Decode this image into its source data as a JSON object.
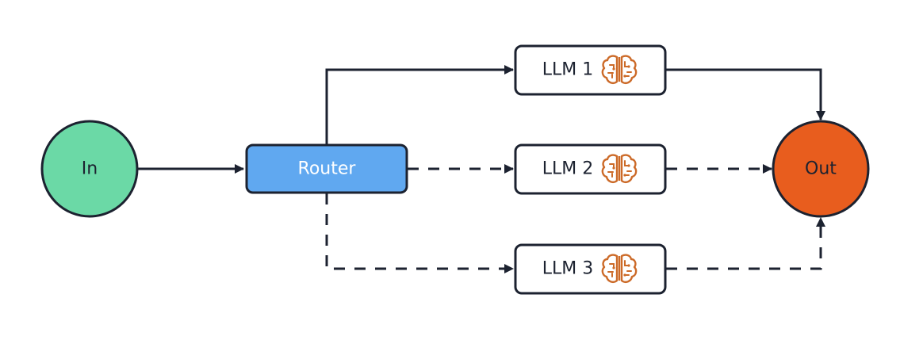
{
  "nodes": {
    "input": {
      "label": "In"
    },
    "router": {
      "label": "Router"
    },
    "llm1": {
      "label": "LLM 1"
    },
    "llm2": {
      "label": "LLM 2"
    },
    "llm3": {
      "label": "LLM 3"
    },
    "output": {
      "label": "Out"
    }
  },
  "icons": {
    "llm": "brain-icon"
  },
  "colors": {
    "input_fill": "#6BD9A6",
    "router_fill": "#60A8F0",
    "output_fill": "#E85D1E",
    "stroke": "#1c2230",
    "brain_icon": "#CC6A28"
  },
  "edges": [
    {
      "from": "input",
      "to": "router",
      "style": "solid"
    },
    {
      "from": "router",
      "to": "llm1",
      "style": "solid"
    },
    {
      "from": "router",
      "to": "llm2",
      "style": "dashed"
    },
    {
      "from": "router",
      "to": "llm3",
      "style": "dashed"
    },
    {
      "from": "llm1",
      "to": "output",
      "style": "solid"
    },
    {
      "from": "llm2",
      "to": "output",
      "style": "dashed"
    },
    {
      "from": "llm3",
      "to": "output",
      "style": "dashed"
    }
  ]
}
